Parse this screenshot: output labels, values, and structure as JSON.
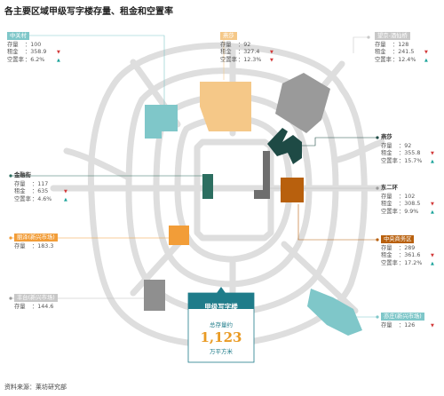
{
  "title": "各主要区域甲级写字楼存量、租金和空置率",
  "source": "资料来源：莱坊研究部",
  "labels": {
    "stock": "存量",
    "rent": "租金",
    "vacancy": "空置率"
  },
  "center": {
    "label": "甲级写字楼",
    "sub": "总存量约",
    "value": "1,123",
    "unit": "万平方米"
  },
  "colors": {
    "teal": "#7fc7c9",
    "darkgreen": "#1e4a45",
    "green": "#2c6e60",
    "peach": "#f5c888",
    "orange": "#f29d38",
    "rust": "#b8600d",
    "gray": "#8f8f8f",
    "lightgray": "#c8c8c8",
    "ring": "#dcdcdc",
    "down": "#d23a3a",
    "up": "#1aa39a"
  },
  "districts": [
    {
      "id": "zhongguancun",
      "name": "中关村",
      "stock": "100",
      "rent": "358.9",
      "rent_trend": "down",
      "vacancy": "6.2%",
      "vacancy_trend": "up",
      "name_bg": "#7fc7c9",
      "name_fg": "#ffffff"
    },
    {
      "id": "lufthansa",
      "name": "燕莎",
      "stock": "92",
      "rent": "327.4",
      "rent_trend": "down",
      "vacancy": "12.3%",
      "vacancy_trend": "down",
      "name_bg": "#f5c888",
      "name_fg": "#ffffff"
    },
    {
      "id": "wangjing",
      "name": "望京-酒仙桥",
      "stock": "128",
      "rent": "241.5",
      "rent_trend": "down",
      "vacancy": "12.4%",
      "vacancy_trend": "up",
      "name_bg": "#c8c8c8",
      "name_fg": "#ffffff"
    },
    {
      "id": "yansha",
      "name": "燕莎",
      "stock": "92",
      "rent": "355.8",
      "rent_trend": "down",
      "vacancy": "15.7%",
      "vacancy_trend": "up",
      "name_bg": "",
      "name_fg": "#333333"
    },
    {
      "id": "jinrongjie",
      "name": "金融街",
      "stock": "117",
      "rent": "635",
      "rent_trend": "down",
      "vacancy": "4.6%",
      "vacancy_trend": "up",
      "name_bg": "",
      "name_fg": "#333333"
    },
    {
      "id": "dongerhuan",
      "name": "东二环",
      "stock": "102",
      "rent": "308.5",
      "rent_trend": "down",
      "vacancy": "9.9%",
      "vacancy_trend": "up",
      "name_bg": "",
      "name_fg": "#333333"
    },
    {
      "id": "lize",
      "name": "丽泽(新兴市场)",
      "stock": "183.3",
      "name_bg": "#f29d38",
      "name_fg": "#ffffff"
    },
    {
      "id": "cbd",
      "name": "中央商务区",
      "stock": "289",
      "rent": "361.6",
      "rent_trend": "down",
      "vacancy": "17.2%",
      "vacancy_trend": "up",
      "name_bg": "#b8600d",
      "name_fg": "#ffffff"
    },
    {
      "id": "fengtai",
      "name": "丰台(新兴市场)",
      "stock": "144.6",
      "name_bg": "#c8c8c8",
      "name_fg": "#ffffff"
    },
    {
      "id": "yizhuang",
      "name": "亦庄(新兴市场)",
      "stock": "126",
      "stock_trend": "down",
      "name_bg": "#7fc7c9",
      "name_fg": "#ffffff"
    }
  ]
}
